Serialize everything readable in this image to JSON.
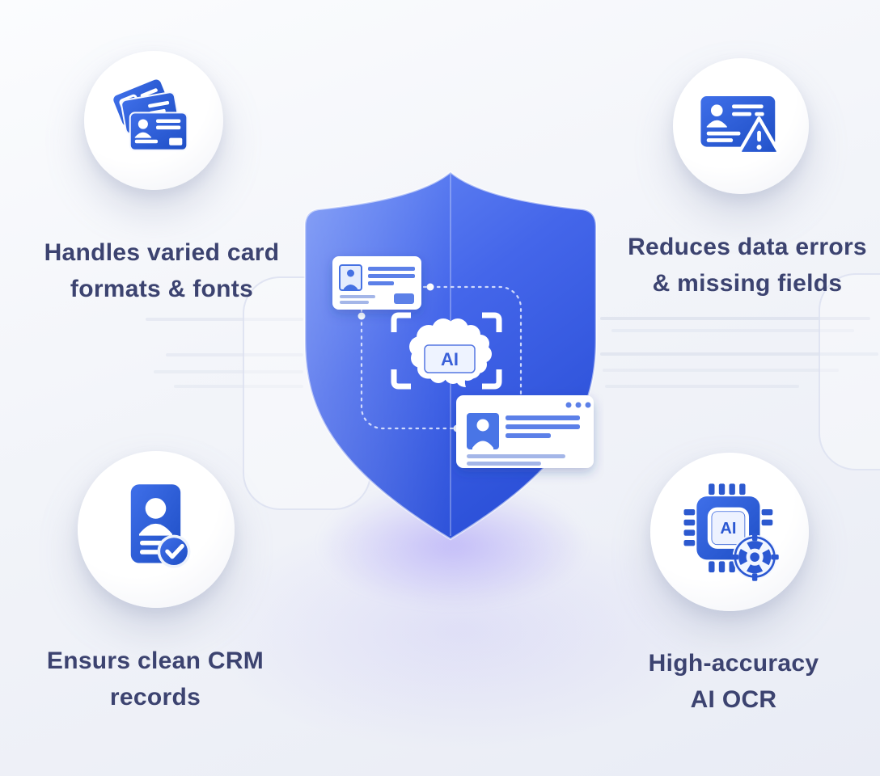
{
  "colors": {
    "accent_blue": "#2f5fd9",
    "icon_gradient_light": "#3f6fe9",
    "icon_gradient_dark": "#1e4ec5",
    "shield_gradient_top": "#6a8bf5",
    "shield_gradient_bottom": "#2b50d8",
    "label_text": "#3c4370",
    "background": "#eef0f7",
    "glow_purple": "#9686fa"
  },
  "center_shield": {
    "icon": "shield-icon",
    "scan_frame_label": "AI",
    "elements": [
      "business-card-icon",
      "ai-brain-scan-frame-icon",
      "contact-window-icon",
      "dashed-flow-path"
    ]
  },
  "features": [
    {
      "position": "top-left",
      "icon": "stacked-business-cards-icon",
      "lines": [
        "Handles varied card",
        "formats & fonts"
      ]
    },
    {
      "position": "top-right",
      "icon": "card-warning-icon",
      "lines": [
        "Reduces data errors",
        "& missing fields"
      ]
    },
    {
      "position": "bottom-left",
      "icon": "id-card-check-icon",
      "lines": [
        "Ensurs clean CRM",
        "records"
      ]
    },
    {
      "position": "bottom-right",
      "icon": "ai-chip-target-icon",
      "chip_label": "AI",
      "lines": [
        "High-accuracy",
        "AI OCR"
      ]
    }
  ]
}
